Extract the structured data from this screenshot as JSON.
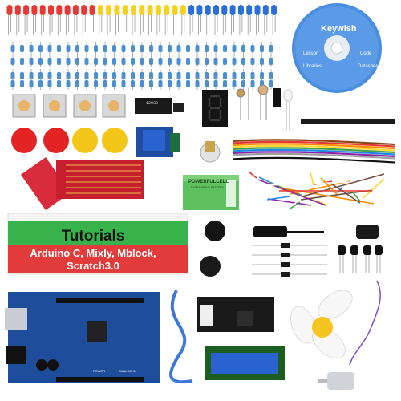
{
  "banner": {
    "title": "Tutorials",
    "line1": "Arduino C, Mixly, Mblock,",
    "line2": "Scratch3.0"
  },
  "cd": {
    "brand": "Keywish",
    "items": [
      "Lesson",
      "Code",
      "Libraries",
      "Datasheet"
    ]
  },
  "chip_text": "12930",
  "battery": {
    "brand": "POWERFULCELL",
    "line": "EXTRA HEAVY BATTERY"
  },
  "board_labels": [
    "POWER",
    "ANALOG IN"
  ],
  "colors": {
    "led_red": "#e53935",
    "led_yellow": "#f6d21c",
    "led_blue": "#2a6fd6",
    "pcb_blue": "#1e4d9c",
    "cd_blue": "#4a8ee0",
    "breadboard_red": "#e23b3b",
    "breadboard_green": "#38b24a"
  }
}
